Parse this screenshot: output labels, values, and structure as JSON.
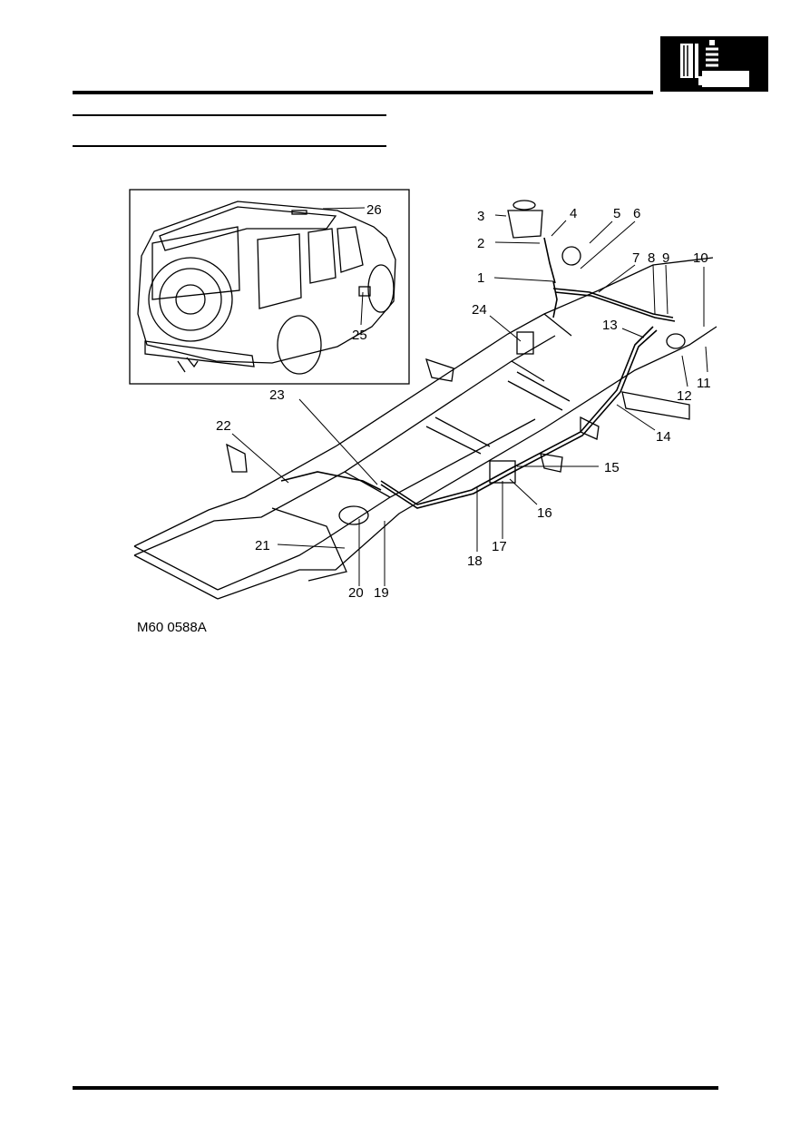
{
  "figure": {
    "code": "M60 0588A",
    "callouts": [
      "1",
      "2",
      "3",
      "4",
      "5",
      "6",
      "7",
      "8",
      "9",
      "10",
      "11",
      "12",
      "13",
      "14",
      "15",
      "16",
      "17",
      "18",
      "19",
      "20",
      "21",
      "22",
      "23",
      "24",
      "25",
      "26"
    ]
  },
  "header": {
    "section_icon": "suspension-section-icon"
  }
}
